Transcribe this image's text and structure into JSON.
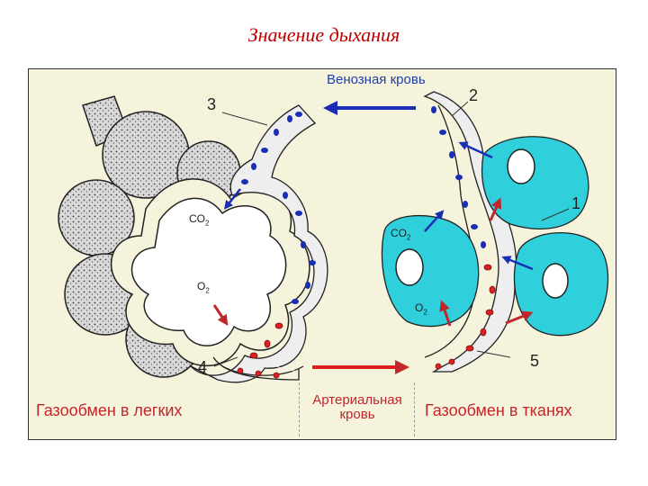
{
  "title": "Значение дыхания",
  "labels": {
    "venous_blood": "Венозная кровь",
    "arterial_blood": "Артериальная кровь",
    "gas_exchange_lungs": "Газообмен в легких",
    "gas_exchange_tissues": "Газообмен в тканях",
    "co2_base": "CO",
    "o2_base": "O",
    "subscript_2": "2"
  },
  "markers": {
    "m1": "1",
    "m2": "2",
    "m3": "3",
    "m4": "4",
    "m5": "5"
  },
  "colors": {
    "tissue_cell": "#2fd0dc",
    "venous_arrow": "#1a2db5",
    "arterial_arrow": "#e02020",
    "background": "#f6f3dc",
    "title": "#c00000"
  }
}
